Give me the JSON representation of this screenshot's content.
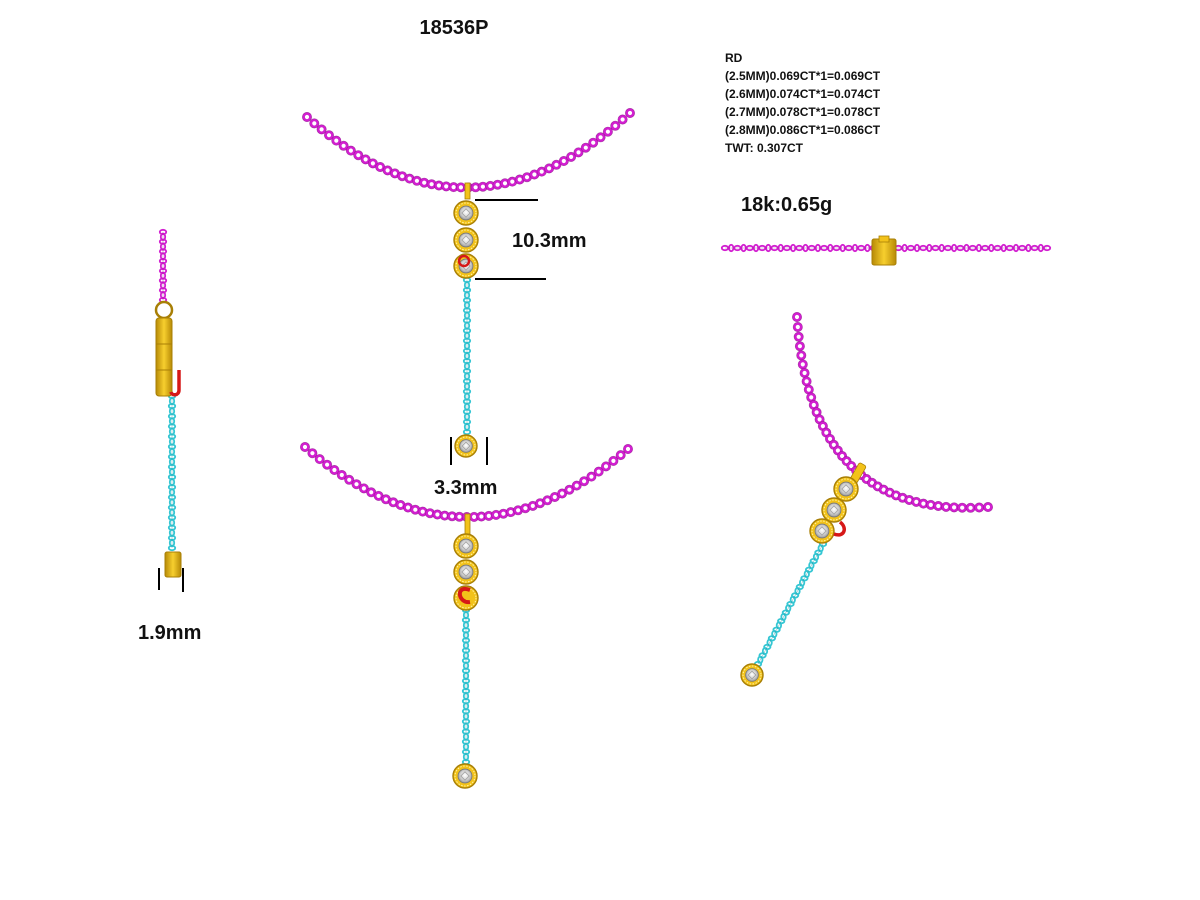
{
  "title": "18536P",
  "stone_spec": {
    "shape": "RD",
    "lines": [
      "(2.5MM)0.069CT*1=0.069CT",
      "(2.6MM)0.074CT*1=0.074CT",
      "(2.7MM)0.078CT*1=0.078CT",
      "(2.8MM)0.086CT*1=0.086CT"
    ],
    "total": "TWT:  0.307CT"
  },
  "metal_weight": "18k:0.65g",
  "dimensions": {
    "pendant_length": "10.3mm",
    "bezel_width": "3.3mm",
    "side_thickness": "1.9mm"
  },
  "colors": {
    "chain_main": "#d21fd0",
    "chain_main_dark": "#7e0f7c",
    "chain_drop": "#35c6d3",
    "chain_drop_dark": "#168590",
    "gold": "#f2c21a",
    "gold_dark": "#a87f06",
    "diamond": "#dcdcdc",
    "jump_ring": "#d61818",
    "dimension_line": "#000000"
  }
}
